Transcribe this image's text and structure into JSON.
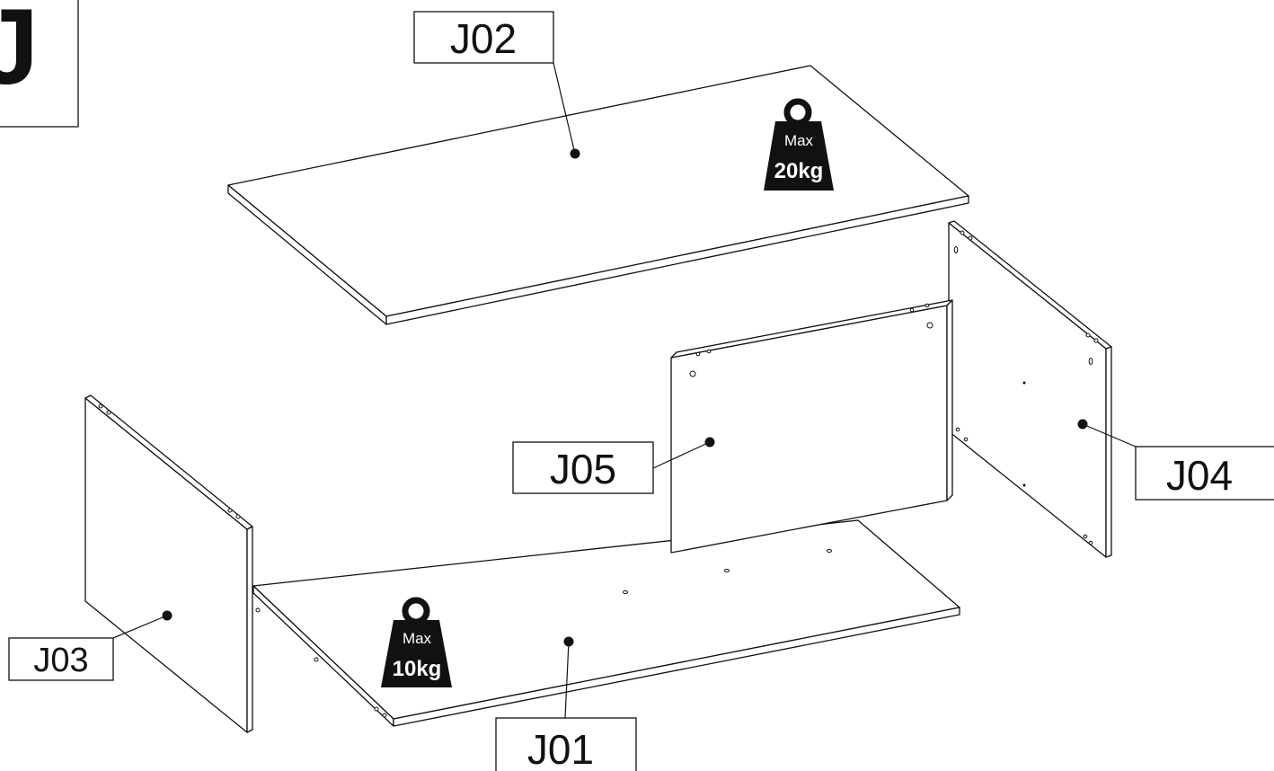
{
  "header_letter": "J",
  "parts": {
    "j01": {
      "label": "J01"
    },
    "j02": {
      "label": "J02"
    },
    "j03": {
      "label": "J03"
    },
    "j04": {
      "label": "J04"
    },
    "j05": {
      "label": "J05"
    }
  },
  "weight_limits": {
    "top_shelf": {
      "line1": "Max",
      "line2": "20kg"
    },
    "bottom_shelf": {
      "line1": "Max",
      "line2": "10kg"
    }
  },
  "colors": {
    "line": "#111111",
    "background": "#ffffff"
  }
}
